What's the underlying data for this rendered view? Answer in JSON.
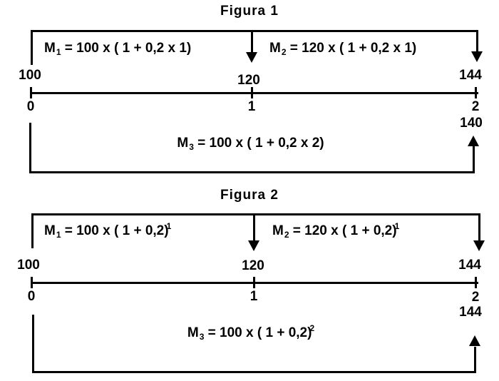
{
  "colors": {
    "line": "#000000",
    "text": "#000000",
    "background": "#ffffff"
  },
  "figure1": {
    "title": "Figura 1",
    "equations": {
      "m1": {
        "var": "M",
        "sub": "1",
        "body": " = 100 x ( 1 + 0,2 x 1)",
        "sup": ""
      },
      "m2": {
        "var": "M",
        "sub": "2",
        "body": " = 120 x ( 1 + 0,2 x 1)",
        "sup": ""
      },
      "m3": {
        "var": "M",
        "sub": "3",
        "body": " = 100 x ( 1 + 0,2 x 2)",
        "sup": ""
      }
    },
    "amounts": [
      "100",
      "120",
      "144"
    ],
    "periods": [
      "0",
      "1",
      "2"
    ],
    "result": "140"
  },
  "figure2": {
    "title": "Figura 2",
    "equations": {
      "m1": {
        "var": "M",
        "sub": "1",
        "body": " = 100 x ( 1 + 0,2)",
        "sup": "1"
      },
      "m2": {
        "var": "M",
        "sub": "2",
        "body": " = 120 x ( 1 + 0,2)",
        "sup": "1"
      },
      "m3": {
        "var": "M",
        "sub": "3",
        "body": " = 100 x ( 1 + 0,2)",
        "sup": "2"
      }
    },
    "amounts": [
      "100",
      "120",
      "144"
    ],
    "periods": [
      "0",
      "1",
      "2"
    ],
    "result": "144"
  }
}
